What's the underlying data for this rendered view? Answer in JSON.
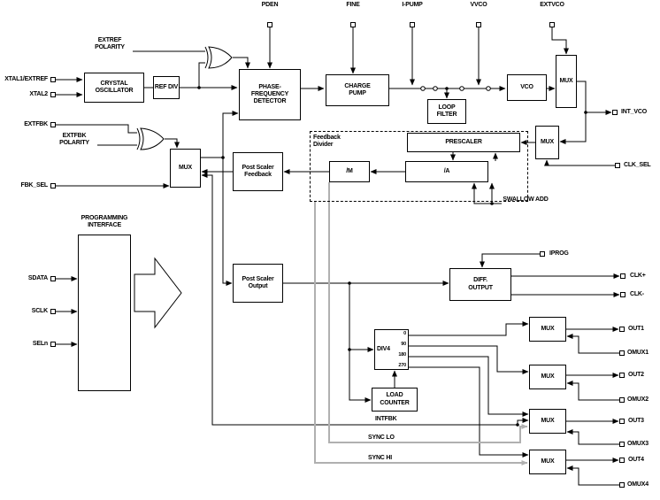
{
  "blocks": {
    "crystal_oscillator": "CRYSTAL OSCILLATOR",
    "ref_div": "REF DIV",
    "phase_frequency_detector": "PHASE-FREQUENCY DETECTOR",
    "charge_pump": "CHARGE PUMP",
    "loop_filter": "LOOP FILTER",
    "vco": "VCO",
    "mux": "MUX",
    "prescaler": "PRESCALER",
    "divider_a": "/A",
    "divider_m": "/M",
    "feedback_divider": "Feedback Divider",
    "swallow_add": "SWALLOW ADD",
    "post_scaler_feedback": "Post Scaler Feedback",
    "post_scaler_output": "Post Scaler Output",
    "programming_interface": "PROGRAMMING INTERFACE",
    "diff_output": "DIFF. OUTPUT",
    "div4": "DIV4",
    "load_counter": "LOAD COUNTER",
    "extref_polarity": "EXTREF POLARITY",
    "extfbk_polarity": "EXTFBK POLARITY"
  },
  "div4_phases": [
    "0",
    "90",
    "180",
    "270"
  ],
  "pins": {
    "top": [
      {
        "label": "PDEN"
      },
      {
        "label": "FINE"
      },
      {
        "label": "I-PUMP"
      },
      {
        "label": "VVCO"
      },
      {
        "label": "EXTVCO"
      }
    ],
    "left": [
      {
        "label": "XTAL1/EXTREF"
      },
      {
        "label": "XTAL2"
      },
      {
        "label": "EXTFBK"
      },
      {
        "label": "FBK_SEL"
      },
      {
        "label": "SDATA"
      },
      {
        "label": "SCLK"
      },
      {
        "label": "SELn"
      }
    ],
    "right": [
      {
        "label": "INT_VCO"
      },
      {
        "label": "CLK_SEL"
      },
      {
        "label": "CLK+"
      },
      {
        "label": "CLK-"
      },
      {
        "label": "OUT1"
      },
      {
        "label": "OMUX1"
      },
      {
        "label": "OUT2"
      },
      {
        "label": "OMUX2"
      },
      {
        "label": "OUT3"
      },
      {
        "label": "OMUX3"
      },
      {
        "label": "OUT4"
      },
      {
        "label": "OMUX4"
      }
    ],
    "other": [
      {
        "label": "IPROG"
      }
    ]
  },
  "wire_labels": {
    "intfbk": "INTFBK",
    "sync_lo": "SYNC LO",
    "sync_hi": "SYNC HI"
  },
  "colors": {
    "wire": "#000000",
    "sync_wire": "#b0b0b0",
    "block_fill": "#ffffff",
    "background": "#ffffff"
  }
}
